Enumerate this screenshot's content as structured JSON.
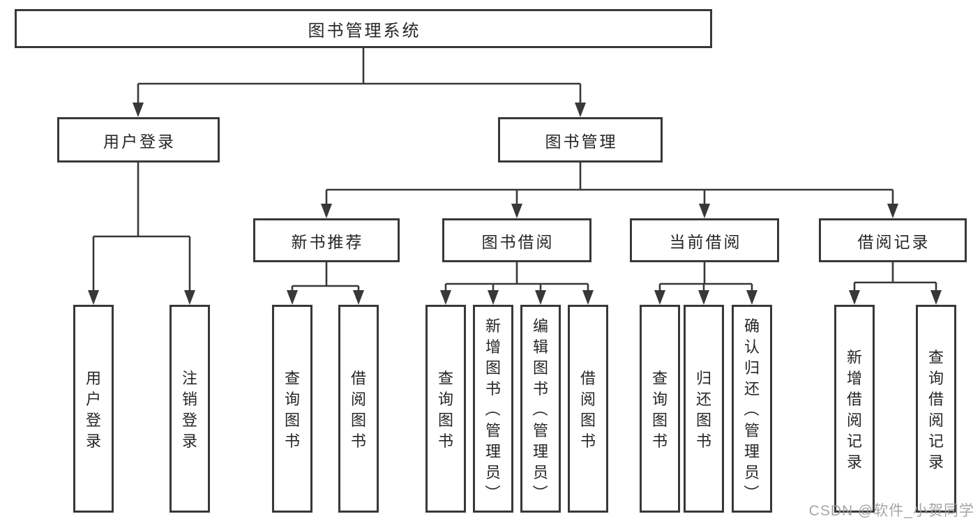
{
  "diagram": {
    "root": {
      "label": "图书管理系统"
    },
    "level2": [
      {
        "label": "用户登录"
      },
      {
        "label": "图书管理"
      }
    ],
    "level3": [
      {
        "label": "新书推荐"
      },
      {
        "label": "图书借阅"
      },
      {
        "label": "当前借阅"
      },
      {
        "label": "借阅记录"
      }
    ],
    "leaves": {
      "userLogin": [
        "用户登录",
        "注销登录"
      ],
      "newBook": [
        "查询图书",
        "借阅图书"
      ],
      "bookBorrow": [
        "查询图书",
        "新增图书（管理员）",
        "编辑图书（管理员）",
        "借阅图书"
      ],
      "currentBorrow": [
        "查询图书",
        "归还图书",
        "确认归还（管理员）"
      ],
      "borrowRecords": [
        "新增借阅记录",
        "查询借阅记录"
      ]
    }
  },
  "watermark": {
    "text": "CSDN @软件_小贺同学"
  },
  "colors": {
    "line": "#383838",
    "text": "#262626",
    "watermark_text": "#9e9e9e",
    "background": "#ffffff"
  }
}
